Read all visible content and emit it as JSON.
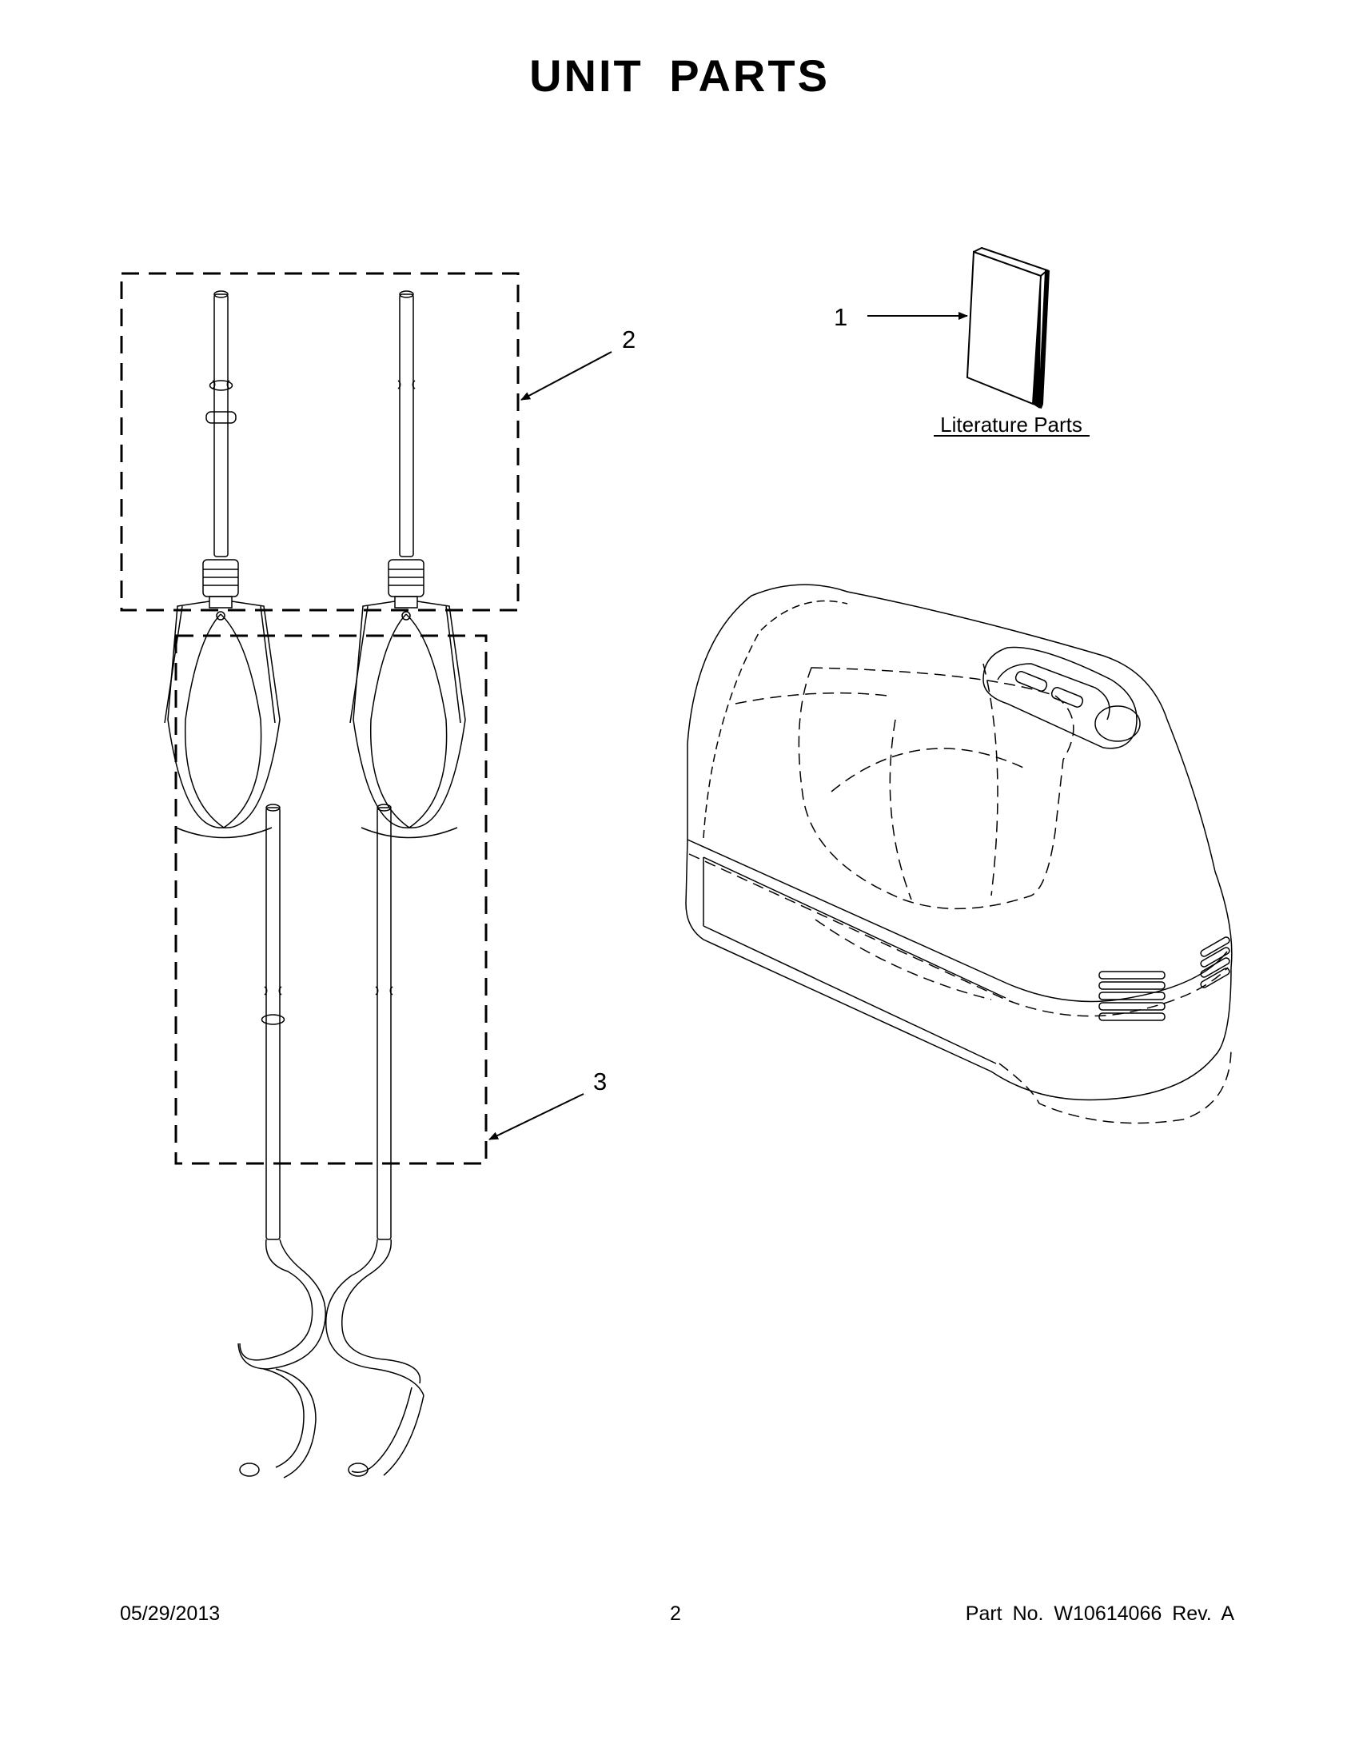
{
  "title": "UNIT PARTS",
  "callouts": {
    "one": "1",
    "two": "2",
    "three": "3"
  },
  "literature_label": "Literature Parts",
  "footer": {
    "date": "05/29/2013",
    "page": "2",
    "part_no": "Part No.  W10614066  Rev.  A"
  },
  "colors": {
    "line": "#000000",
    "background": "#ffffff"
  }
}
